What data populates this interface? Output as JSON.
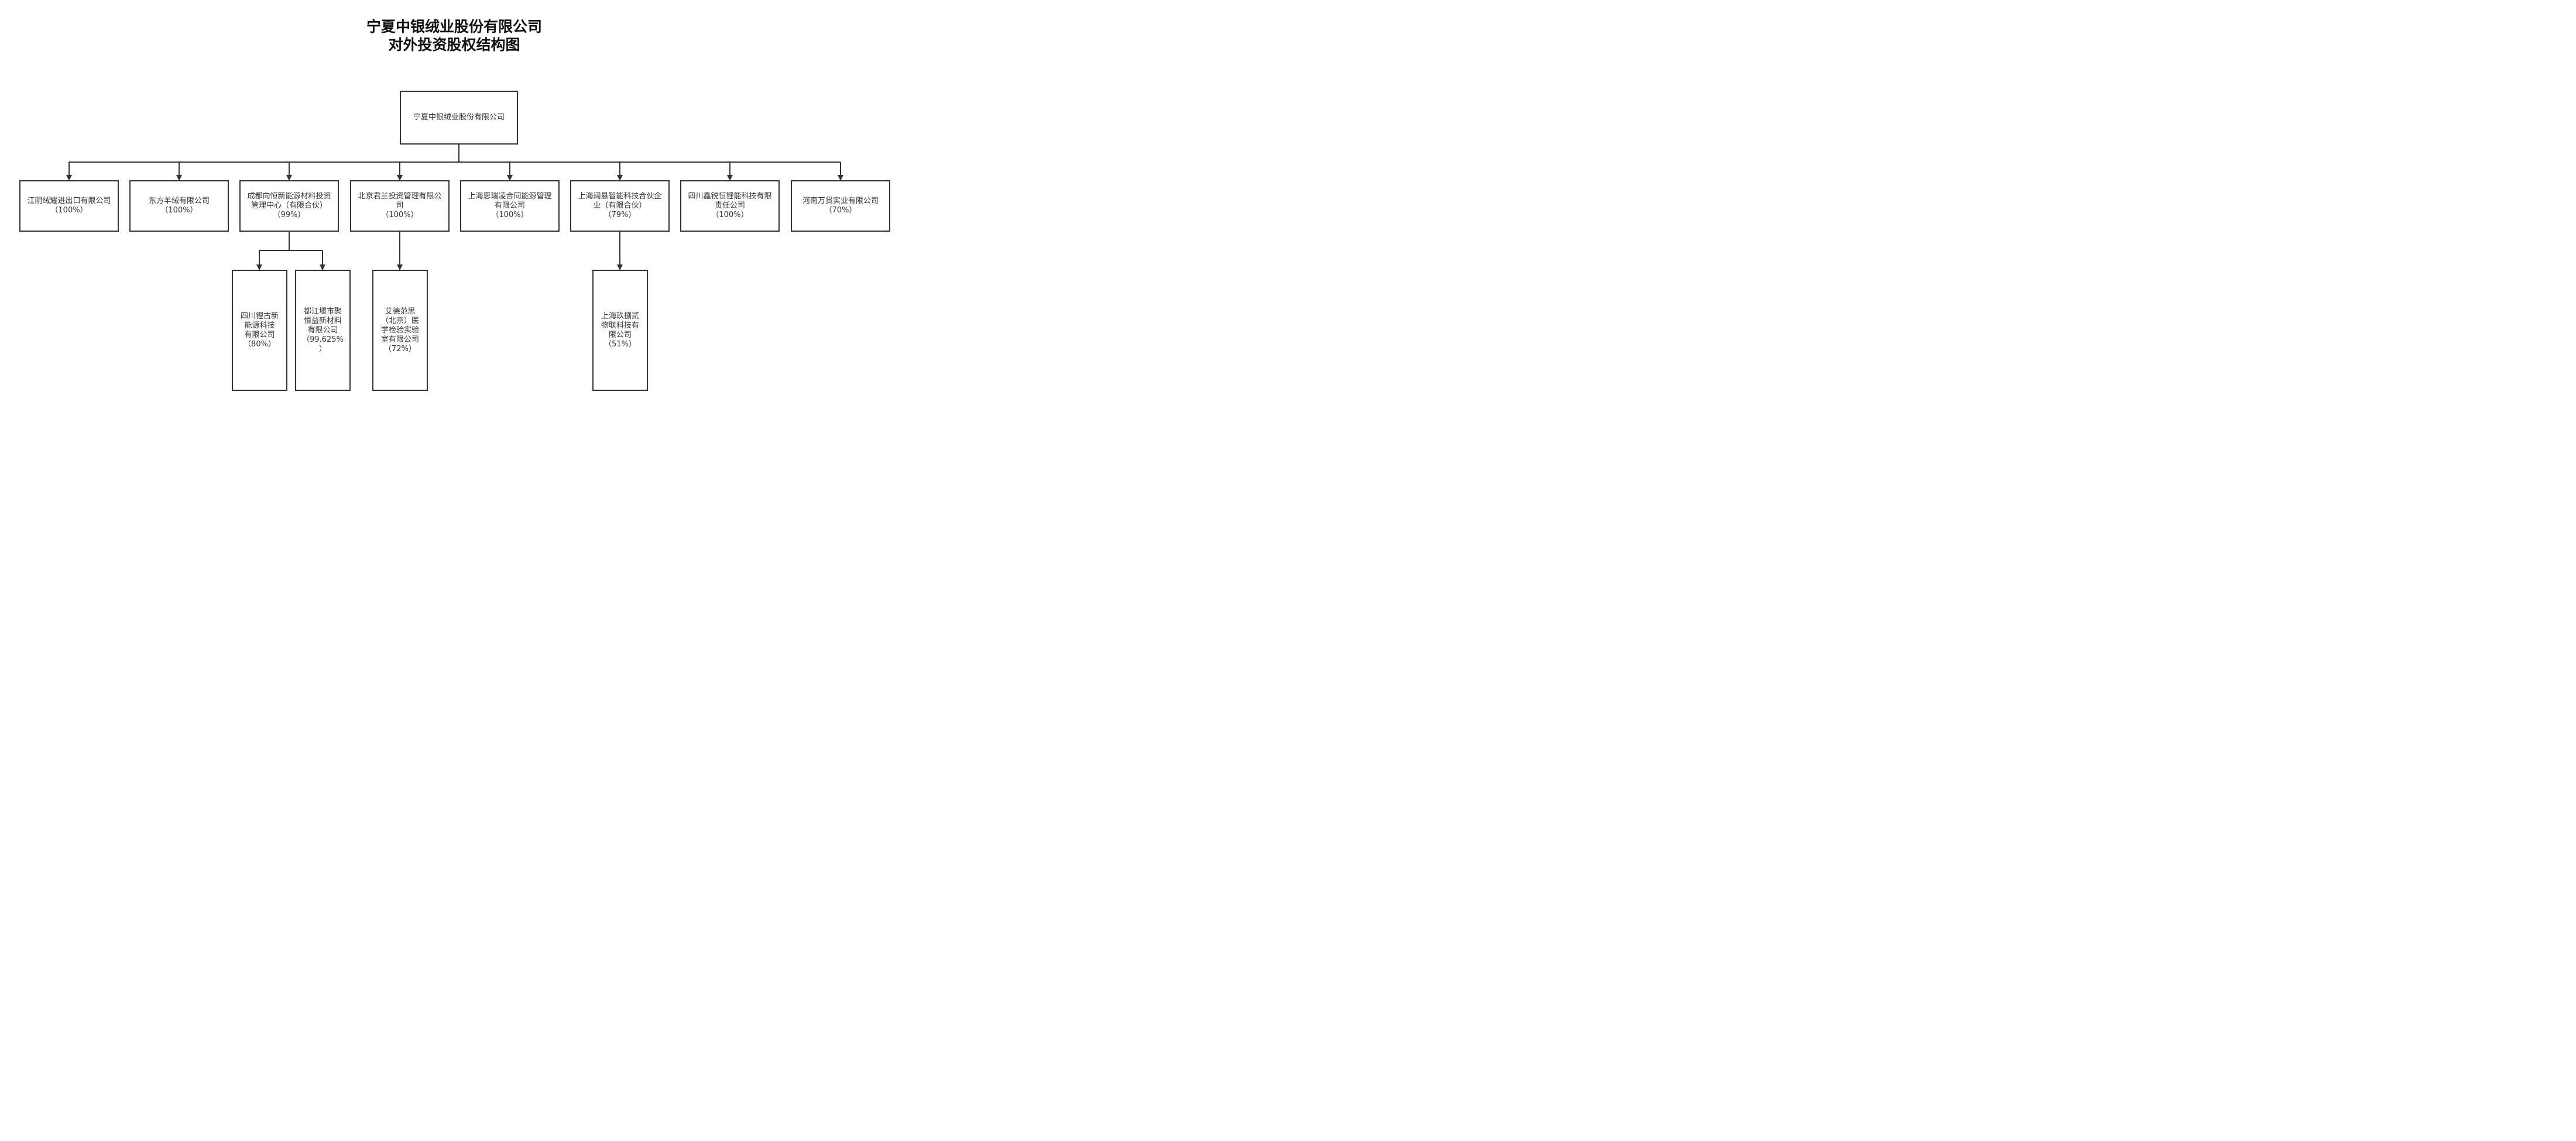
{
  "title": {
    "line1": "宁夏中银绒业股份有限公司",
    "line2": "对外投资股权结构图"
  },
  "root": {
    "name": "宁夏中银绒业股份有限公司"
  },
  "level1": [
    {
      "lines": [
        "江阴绒耀进出口有限公司",
        "（100%）"
      ]
    },
    {
      "lines": [
        "东方羊绒有限公司",
        "（100%）"
      ]
    },
    {
      "lines": [
        "成都向恒新能源材料投资",
        "管理中心（有限合伙）",
        "（99%）"
      ]
    },
    {
      "lines": [
        "北京君兰投资管理有限公",
        "司",
        "（100%）"
      ]
    },
    {
      "lines": [
        "上海思瑞凌合同能源管理",
        "有限公司",
        "（100%）"
      ]
    },
    {
      "lines": [
        "上海阔悬智能科技合伙企",
        "业（有限合伙）",
        "（79%）"
      ]
    },
    {
      "lines": [
        "四川鑫锐恒锂能科技有限",
        "责任公司",
        "（100%）"
      ]
    },
    {
      "lines": [
        "河南万贯实业有限公司",
        "（70%）"
      ]
    }
  ],
  "level2": [
    {
      "lines": [
        "四川锂古新",
        "能源科技",
        "有限公司",
        "（80%）"
      ]
    },
    {
      "lines": [
        "都江堰市聚",
        "恒益新材料",
        "有限公司",
        "（99.625%",
        "）"
      ]
    },
    {
      "lines": [
        "艾德范思",
        "（北京）医",
        "学检验实验",
        "室有限公司",
        "（72%）"
      ]
    },
    {
      "lines": [
        "上海玖捌贰",
        "物联科技有",
        "限公司",
        "（51%）"
      ]
    }
  ]
}
